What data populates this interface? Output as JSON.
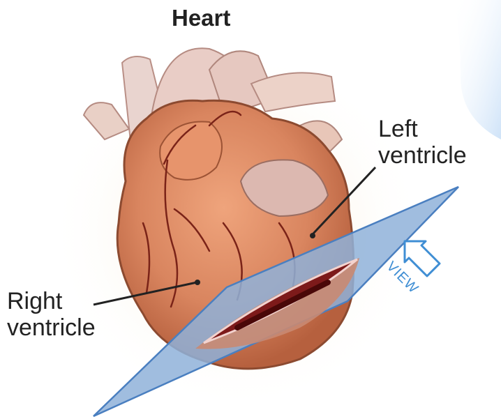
{
  "diagram": {
    "title": "Heart",
    "labels": {
      "left_ventricle": [
        "Left",
        "ventricle"
      ],
      "right_ventricle": [
        "Right",
        "ventricle"
      ],
      "view": "VIEW"
    },
    "colors": {
      "plane": "#8fb2d9",
      "plane_edge": "#4a7fc0",
      "view_text": "#3f8ed4",
      "heart": "#d98560",
      "cut": "#7d1a1a"
    }
  }
}
